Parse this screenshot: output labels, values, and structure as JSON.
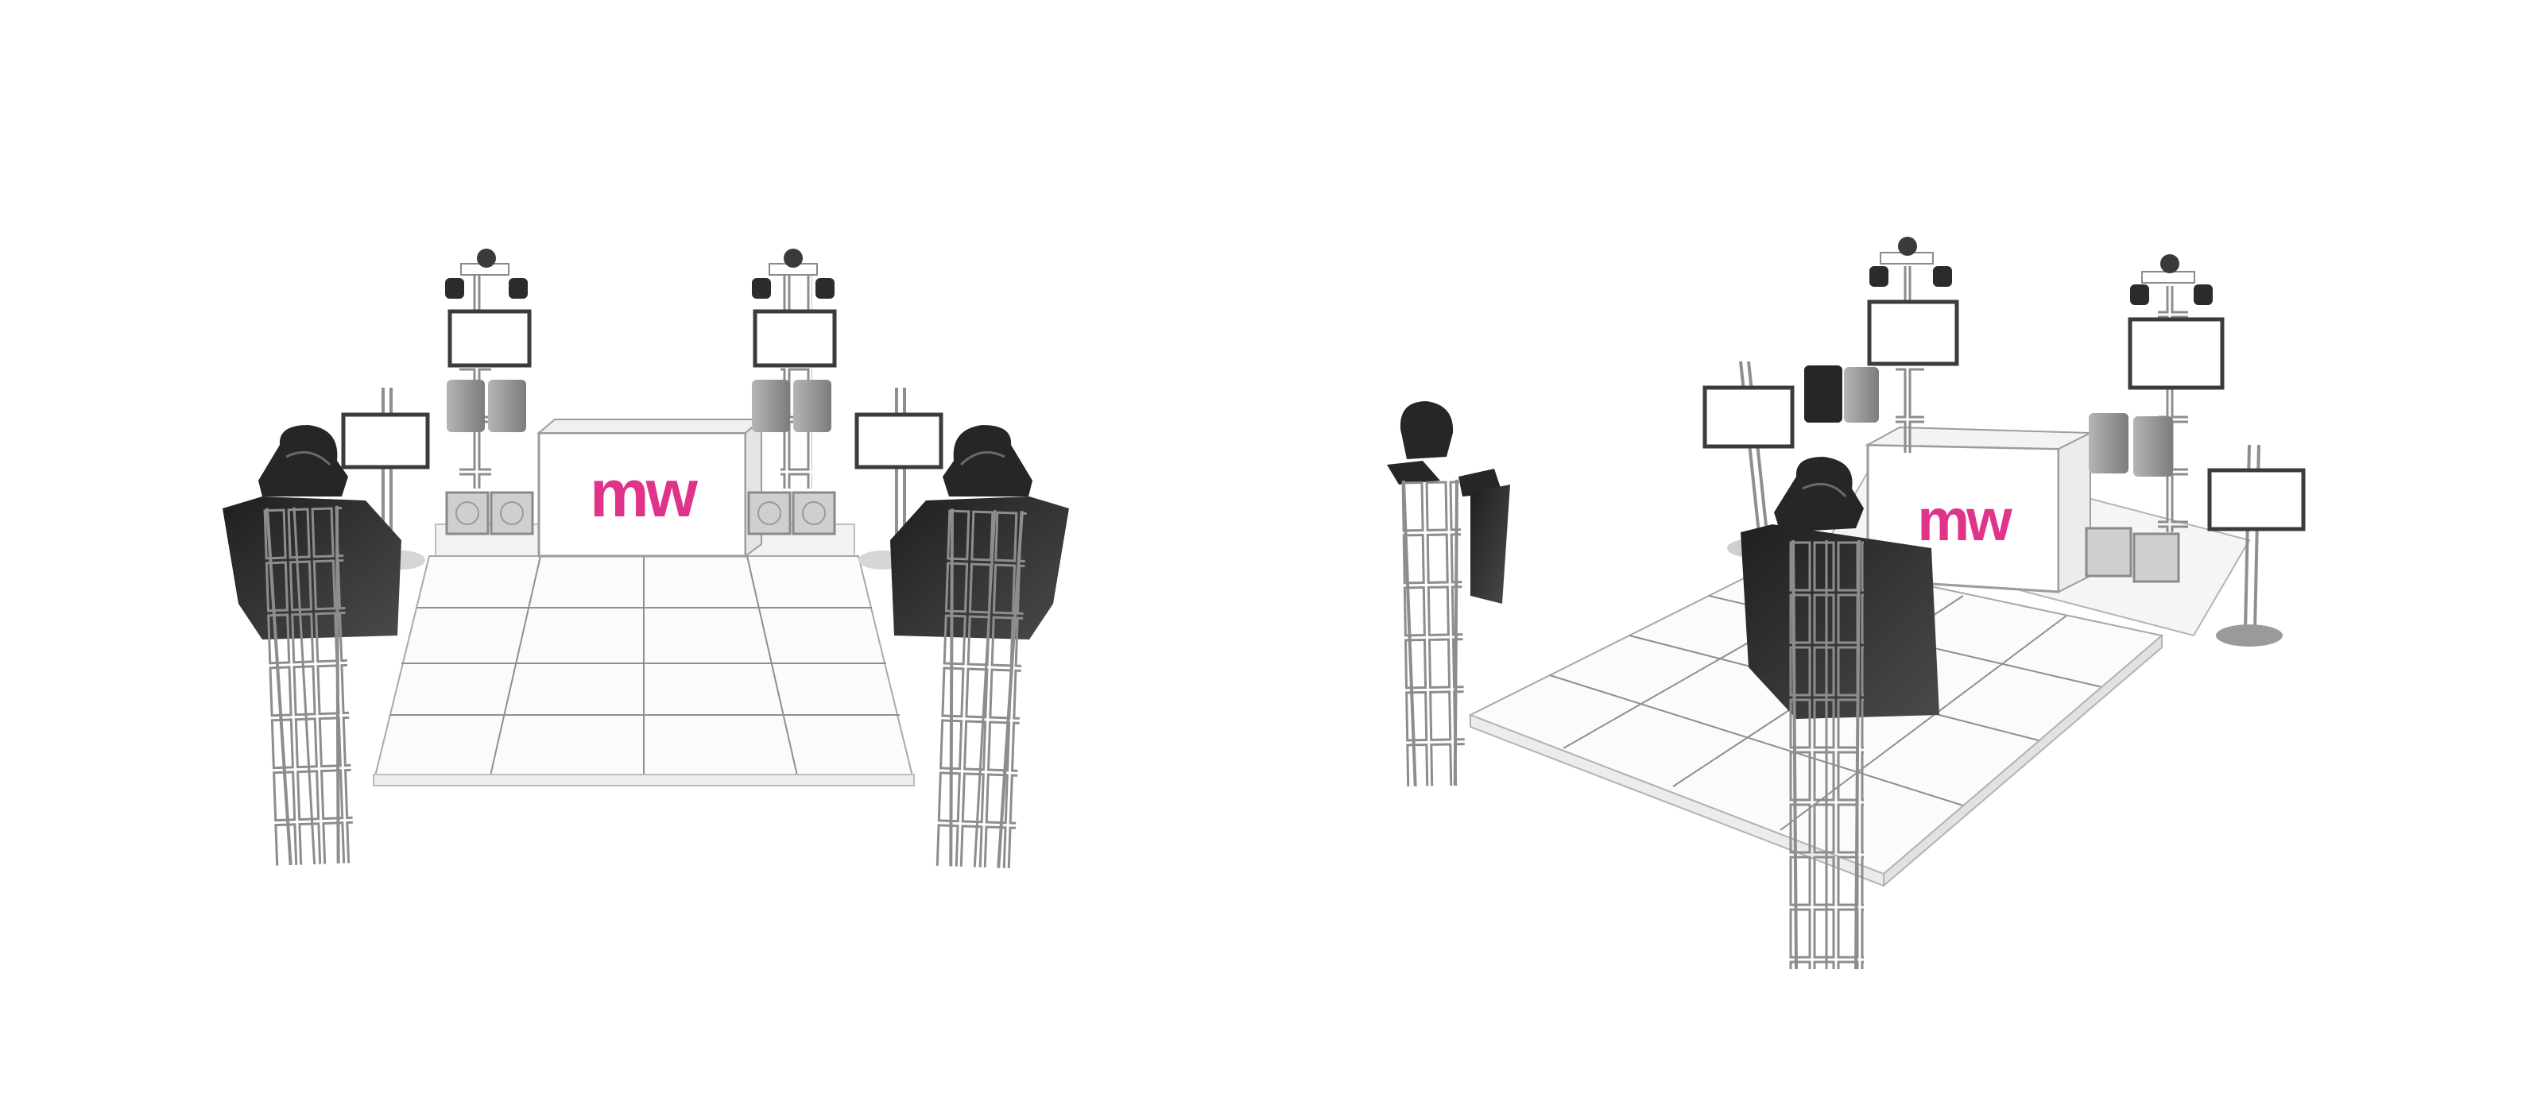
{
  "scene": {
    "background": "#ffffff",
    "views": [
      {
        "name": "front-view",
        "logo": "mw"
      },
      {
        "name": "perspective-view",
        "logo": "mw"
      }
    ]
  },
  "colors": {
    "brand": "#e0338a",
    "equipment_dark": "#2b2b2b",
    "equipment_mid": "#8f8f8f",
    "outline": "#9a9a9a",
    "floor": "#fbfbfb"
  },
  "icons": [
    "truss-icon",
    "moving-head-light-icon",
    "speaker-icon",
    "monitor-screen-icon",
    "subwoofer-icon",
    "dj-booth-icon"
  ]
}
